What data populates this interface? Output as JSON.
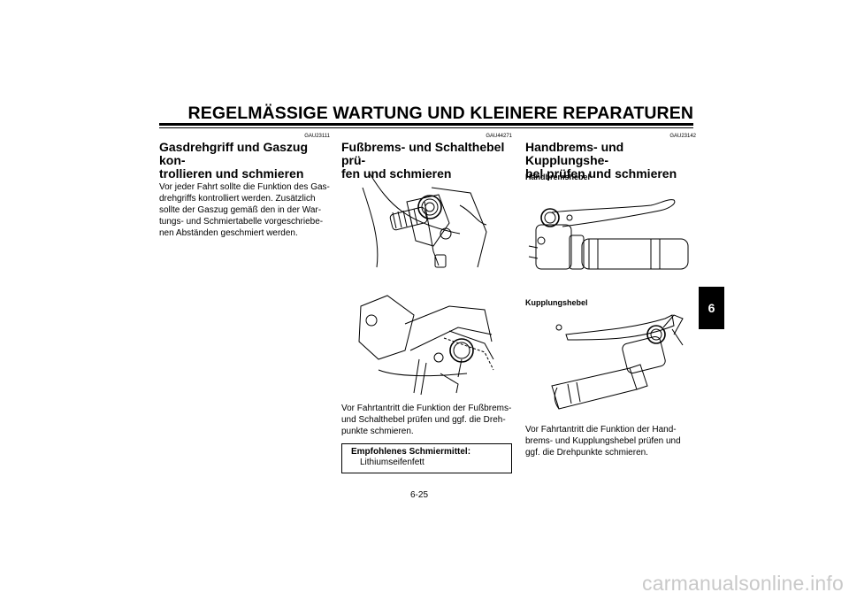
{
  "header": {
    "title": "REGELMÄSSIGE WARTUNG UND KLEINERE REPARATUREN"
  },
  "col1": {
    "code": "GAU23111",
    "title_line1": "Gasdrehgriff und Gaszug kon-",
    "title_line2": "trollieren und schmieren",
    "body_lines": [
      "Vor jeder Fahrt sollte die Funktion des Gas-",
      "drehgriffs kontrolliert werden. Zusätzlich",
      "sollte der Gaszug gemäß den in der War-",
      "tungs- und Schmiertabelle vorgeschriebe-",
      "nen Abständen geschmiert werden."
    ]
  },
  "col2": {
    "code": "GAU44271",
    "title_line1": "Fußbrems- und Schalthebel prü-",
    "title_line2": "fen und schmieren",
    "body_lines": [
      "Vor Fahrtantritt die Funktion der Fußbrems-",
      "und Schalthebel prüfen und ggf. die Dreh-",
      "punkte schmieren."
    ],
    "note_label": "Empfohlenes Schmiermittel:",
    "note_value": "Lithiumseifenfett"
  },
  "col3": {
    "code": "GAU23142",
    "title_line1": "Handbrems- und Kupplungshe-",
    "title_line2": "bel prüfen und schmieren",
    "sub1": "Handbremshebel",
    "sub2": "Kupplungshebel",
    "body_lines": [
      "Vor Fahrtantritt die Funktion der Hand-",
      "brems- und Kupplungshebel prüfen und",
      "ggf. die Drehpunkte schmieren."
    ]
  },
  "page_number": "6-25",
  "chapter_tab": "6",
  "watermark": "carmanualsonline.info"
}
